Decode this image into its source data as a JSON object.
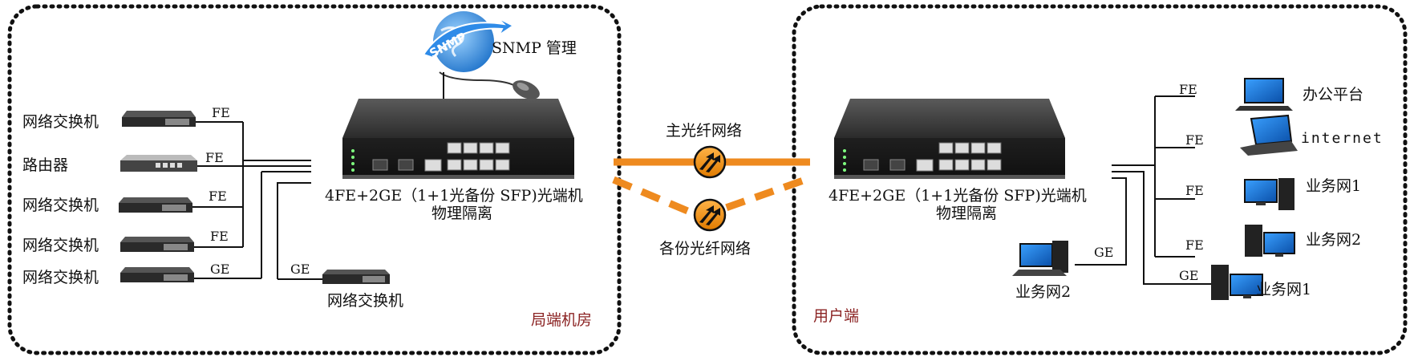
{
  "colors": {
    "border": "#111111",
    "fiber": "#ee8a1f",
    "device_dark": "#2a2a2a",
    "site_label": "#8b2323"
  },
  "snmp": {
    "label": "SNMP 管理",
    "globe_text": "SNMP"
  },
  "central_site": {
    "label": "局端机房",
    "converter_line1": "4FE+2GE（1+1光备份 SFP)光端机",
    "converter_line2": "物理隔离",
    "left_devices": [
      {
        "label": "网络交换机",
        "port": "FE"
      },
      {
        "label": "路由器",
        "port": "FE"
      },
      {
        "label": "网络交换机",
        "port": "FE"
      },
      {
        "label": "网络交换机",
        "port": "FE"
      },
      {
        "label": "网络交换机",
        "port": "GE"
      }
    ],
    "bottom_device": {
      "label": "网络交换机",
      "port": "GE"
    }
  },
  "links": {
    "primary": "主光纤网络",
    "backup": "各份光纤网络"
  },
  "user_site": {
    "label": "用户端",
    "converter_line1": "4FE+2GE（1+1光备份 SFP)光端机",
    "converter_line2": "物理隔离",
    "right_devices": [
      {
        "label": "办公平台",
        "port": "FE",
        "icon": "monitor-icon"
      },
      {
        "label": "internet",
        "port": "FE",
        "icon": "laptop-icon"
      },
      {
        "label": "业务网1",
        "port": "FE",
        "icon": "desktop-pc-icon"
      },
      {
        "label": "业务网2",
        "port": "FE",
        "icon": "desktop-pc-icon"
      }
    ],
    "ge_bottom": {
      "label": "业务网1",
      "port": "GE"
    },
    "ge_left": {
      "label": "业务网2",
      "port": "GE"
    }
  }
}
